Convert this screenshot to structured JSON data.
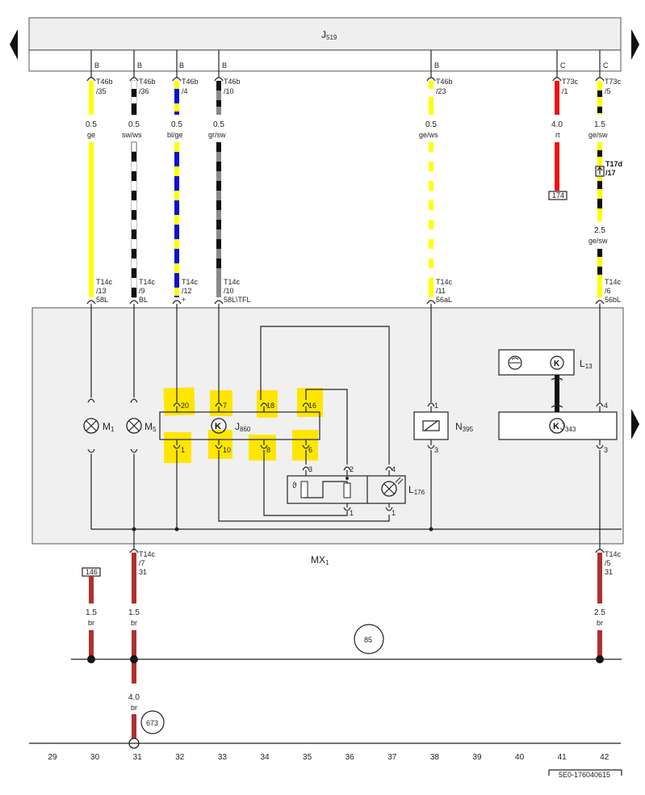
{
  "colors": {
    "ge": "#ffff00",
    "sw": "#111111",
    "ws": "#ffffff",
    "bl": "#1010cc",
    "gr": "#888888",
    "rt": "#ee1111",
    "br": "#b03030",
    "highlight": "#ffe600",
    "panel": "#f0f0f0",
    "header": "#efefef"
  },
  "header": {
    "module": "J",
    "module_sub": "519"
  },
  "wires_top": [
    {
      "pin": "B",
      "conn": "T46b",
      "num": "/35",
      "gauge": "0.5",
      "color": "ge",
      "conn2": "T14c",
      "num2": "/13",
      "sig": "58L"
    },
    {
      "pin": "B",
      "conn": "T46b",
      "num": "/36",
      "gauge": "0.5",
      "color": "sw/ws",
      "conn2": "T14c",
      "num2": "/9",
      "sig": "BL"
    },
    {
      "pin": "B",
      "conn": "T46b",
      "num": "/4",
      "gauge": "0.5",
      "color": "bl/ge",
      "conn2": "T14c",
      "num2": "/12",
      "sig": "+"
    },
    {
      "pin": "B",
      "conn": "T46b",
      "num": "/10",
      "gauge": "0.5",
      "color": "gr/sw",
      "conn2": "T14c",
      "num2": "/10",
      "sig": "58L\\TFL"
    },
    {
      "pin": "B",
      "conn": "T46b",
      "num": "/23",
      "gauge": "0.5",
      "color": "ge/ws",
      "conn2": "T14c",
      "num2": "/11",
      "sig": "56aL"
    },
    {
      "pin": "C",
      "conn": "T73c",
      "num": "/1",
      "gauge": "4.0",
      "color": "rt",
      "ref": "174"
    },
    {
      "pin": "C",
      "conn": "T73c",
      "num": "/5",
      "gauge": "1.5",
      "color": "ge/sw",
      "mid_conn": "T17d",
      "mid_num": "/17",
      "gauge2": "2.5",
      "color2": "ge/sw",
      "conn2": "T14c",
      "num2": "/6",
      "sig": "56bL"
    }
  ],
  "components": {
    "m1": {
      "name": "M",
      "sub": "1"
    },
    "m5": {
      "name": "M",
      "sub": "5"
    },
    "j860": {
      "name": "J",
      "sub": "860",
      "pins_top": [
        "20",
        "7",
        "18",
        "16"
      ],
      "pins_bottom": [
        "1",
        "10",
        "8",
        "6"
      ]
    },
    "n395": {
      "name": "N",
      "sub": "395",
      "pin_top": "1",
      "pin_bottom": "3"
    },
    "l13": {
      "name": "L",
      "sub": "13"
    },
    "j343": {
      "name": "J",
      "sub": "343",
      "pin_top": "4",
      "pin_bottom": "3"
    },
    "l176": {
      "name": "L",
      "sub": "176",
      "pins": [
        "3",
        "2",
        "4",
        "1",
        "1"
      ]
    },
    "mx1": {
      "name": "MX",
      "sub": "1"
    }
  },
  "bottom_wires": [
    {
      "ref": "146",
      "gauge": "1.5",
      "color": "br"
    },
    {
      "conn": "T14c",
      "num": "/7",
      "sig": "31",
      "gauge": "1.5",
      "color": "br",
      "gauge2": "4.0",
      "color2": "br"
    },
    {
      "conn": "T14c",
      "num": "/5",
      "sig": "31",
      "gauge": "2.5",
      "color": "br"
    }
  ],
  "refs": {
    "r85": "85",
    "r673": "673"
  },
  "columns": [
    "29",
    "30",
    "31",
    "32",
    "33",
    "34",
    "35",
    "36",
    "37",
    "38",
    "39",
    "40",
    "41",
    "42"
  ],
  "doc_id": "5E0-176040615"
}
